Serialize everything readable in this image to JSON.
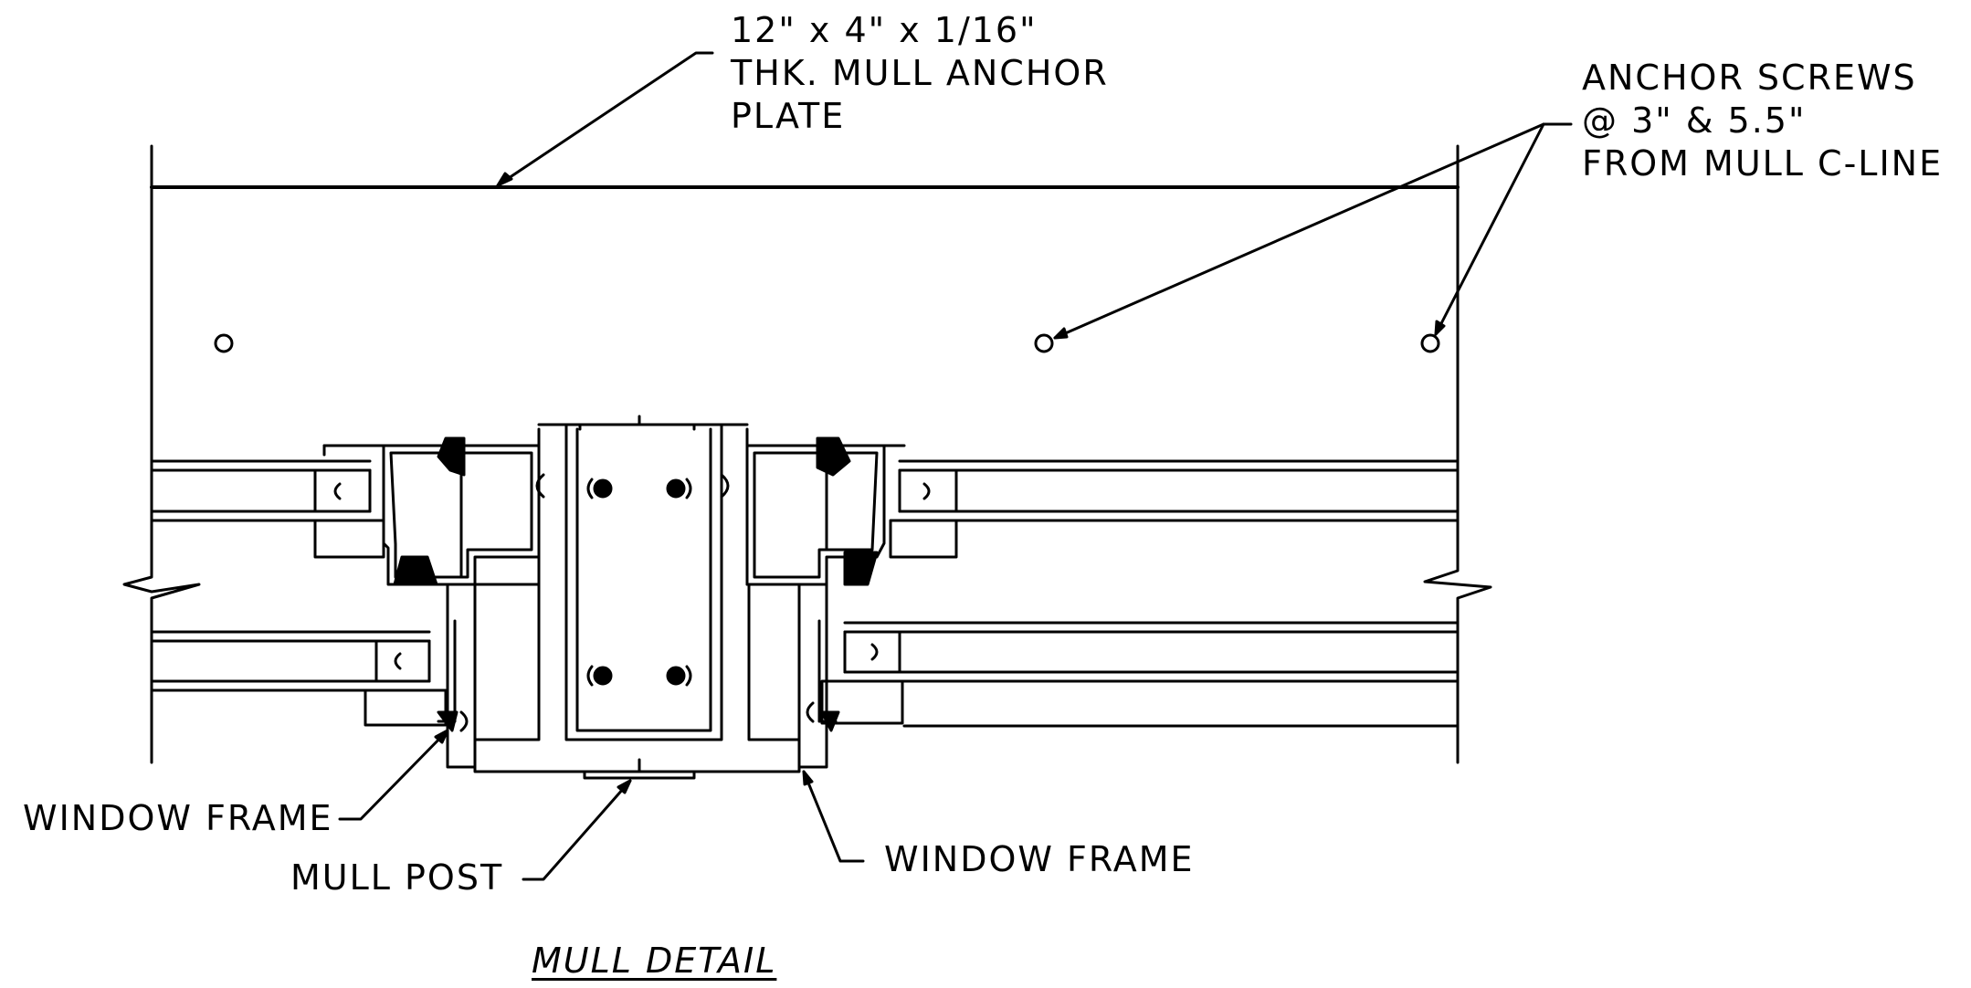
{
  "callouts": {
    "anchor_plate": {
      "line1": "12\" x 4\" x 1/16\"",
      "line2": "THK. MULL ANCHOR",
      "line3": "PLATE"
    },
    "anchor_screws": {
      "line1": "ANCHOR SCREWS",
      "line2": "@ 3\" & 5.5\"",
      "line3": "FROM MULL C-LINE"
    },
    "window_frame_left": "WINDOW FRAME",
    "window_frame_right": "WINDOW FRAME",
    "mull_post": "MULL POST"
  },
  "title": "MULL DETAIL",
  "colors": {
    "ink": "#000000",
    "paper": "#ffffff"
  }
}
